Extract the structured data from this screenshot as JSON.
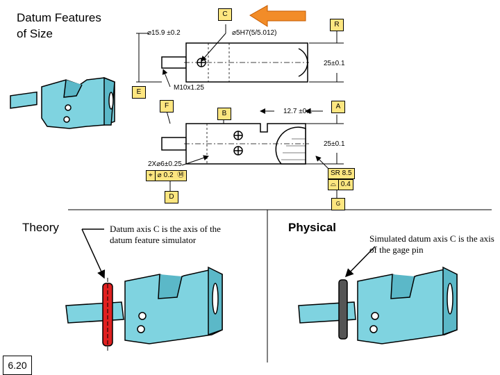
{
  "title": "Datum Features\nof Size",
  "datums": {
    "C": "C",
    "R": "R",
    "E": "E",
    "F": "F",
    "B": "B",
    "A": "A",
    "D": "D",
    "G": "G"
  },
  "dims": {
    "dia_large": "15.9 ±0.2",
    "dia_bore": "5H7(5/5.012)",
    "dim_25_top": "25±0.1",
    "thread": "M10x1.25",
    "dim_12_7": "12.7 ±0.1",
    "dim_25_bottom": "25±0.1",
    "holes": "2X",
    "holes_dia": "6±0.25",
    "position_tol": "0.2",
    "sphere": "SR 8.5",
    "profile_tol": "0.4"
  },
  "theory": {
    "label": "Theory",
    "note": "Datum axis C is the axis of the datum feature simulator"
  },
  "physical": {
    "label": "Physical",
    "note": "Simulated datum axis C is the axis of the gage pin"
  },
  "slide_number": "6.20",
  "colors": {
    "part": "#7fd3e0",
    "arrow": "#f28c28",
    "datum_box": "#fde680",
    "pin_theory": "#e02020",
    "pin_physical": "#555555"
  }
}
